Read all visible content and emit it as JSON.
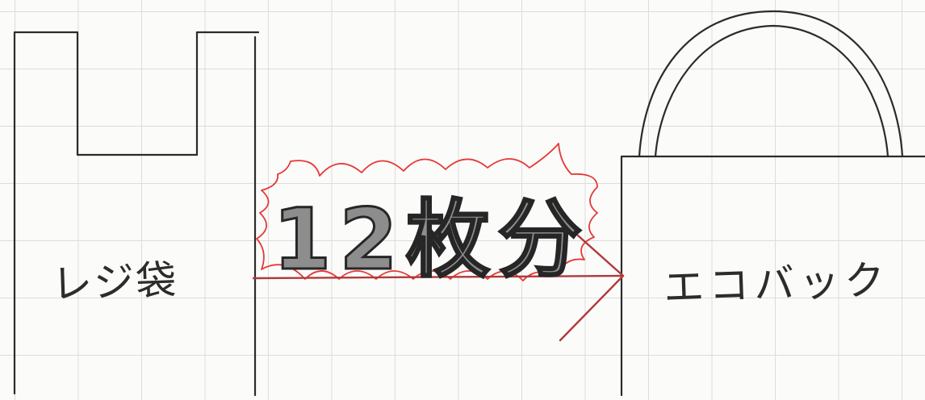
{
  "labels": {
    "plastic_bag": "レジ袋",
    "eco_bag": "エコバック",
    "count": "12枚分"
  },
  "colors": {
    "line": "#2b2b2b",
    "burst": "#e53935",
    "arrow": "#b03a3a",
    "count_fill": "#8d8d8d"
  }
}
